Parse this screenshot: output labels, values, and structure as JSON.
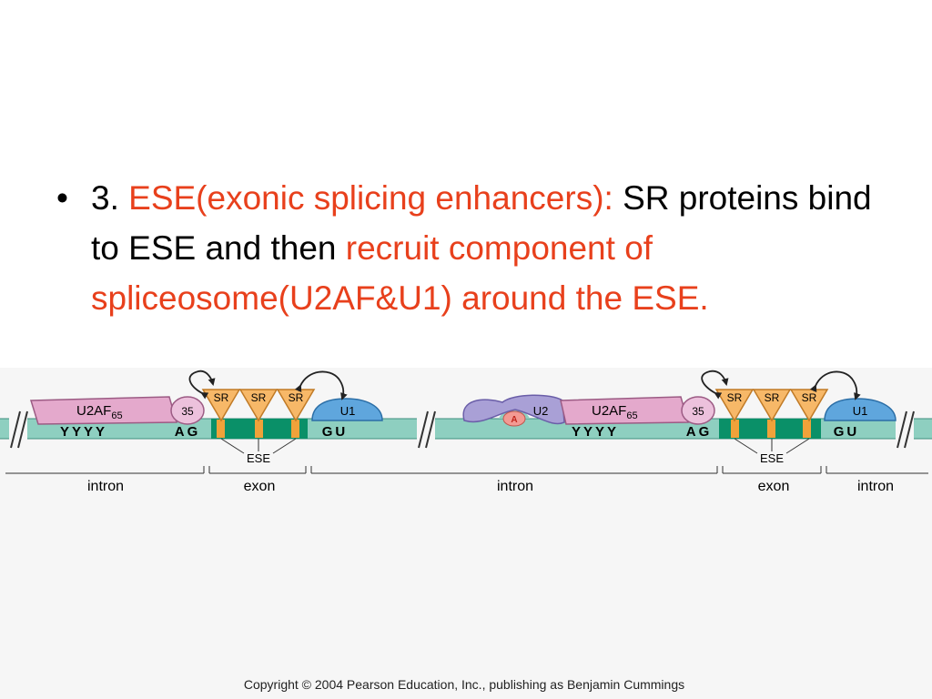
{
  "slide": {
    "bullet": "•",
    "number": "3.",
    "term": "ESE(exonic splicing enhancers):",
    "text_black": "SR proteins bind to ESE and then",
    "text_red": "recruit component of  spliceosome(U2AF&U1) around the ESE."
  },
  "figure": {
    "left": {
      "u2af_label": "U2AF",
      "u2af_sub": "65",
      "u2af35_label": "35",
      "sr_labels": [
        "SR",
        "SR",
        "SR"
      ],
      "u1_label": "U1",
      "seq_yyyy": "YYYY",
      "seq_ag": "AG",
      "seq_gu": "GU",
      "ese_label": "ESE"
    },
    "right": {
      "u2_label": "U2",
      "branch_label": "A",
      "u2af_label": "U2AF",
      "u2af_sub": "65",
      "u2af35_label": "35",
      "sr_labels": [
        "SR",
        "SR",
        "SR"
      ],
      "u1_label": "U1",
      "seq_yyyy": "YYYY",
      "seq_ag": "AG",
      "seq_gu": "GU",
      "ese_label": "ESE"
    },
    "region_labels": {
      "intron_1": "intron",
      "exon_1": "exon",
      "intron_2": "intron",
      "exon_2": "exon",
      "intron_3": "intron"
    },
    "copyright": "Copyright © 2004 Pearson Education, Inc., publishing as Benjamin Cummings"
  },
  "colors": {
    "term_red": "#e8401c",
    "rna_teal": "#8ecfc0",
    "exon_green": "#0a9068",
    "ese_orange": "#f0a23a",
    "sr_orange": "#f7b868",
    "u2af_pink": "#e4a9cc",
    "u1_blue": "#5fa6dd",
    "u2_purple": "#a9a0d6"
  }
}
